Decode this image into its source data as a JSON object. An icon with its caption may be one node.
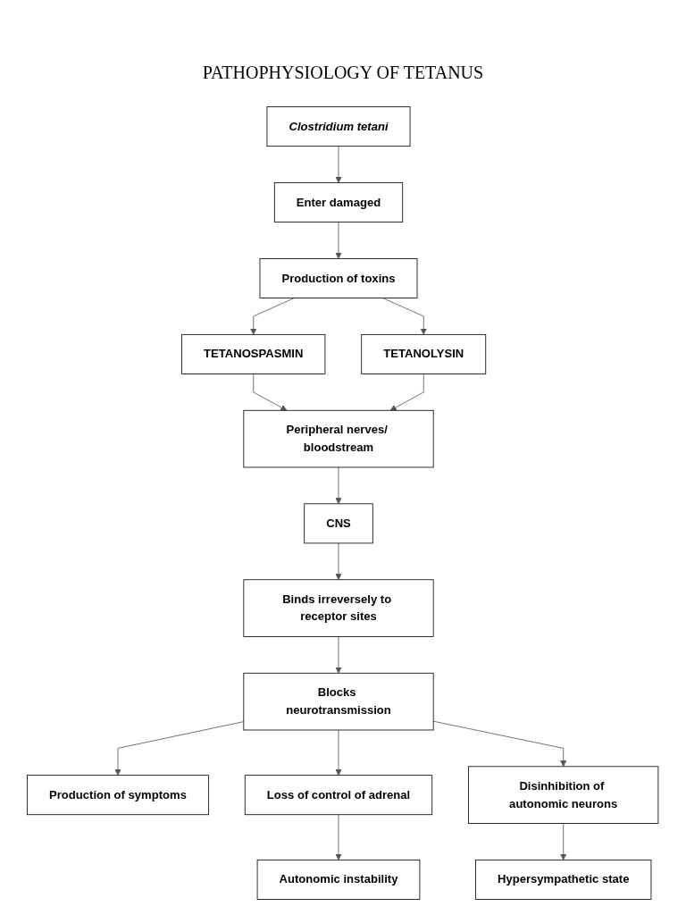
{
  "diagram": {
    "title": "PATHOPHYSIOLOGY OF TETANUS",
    "nodes": [
      {
        "text": [
          "Clostridium tetani"
        ]
      },
      {
        "text": [
          "Enter damaged"
        ]
      },
      {
        "text": [
          "Production of toxins"
        ]
      },
      {
        "text": [
          "TETANOSPASMIN"
        ]
      },
      {
        "text": [
          "TETANOLYSIN"
        ]
      },
      {
        "text": [
          "Peripheral nerves/ bloodstream"
        ]
      },
      {
        "text": [
          "CNS"
        ]
      },
      {
        "text": [
          "Binds irreversely to receptor sites"
        ]
      },
      {
        "text": [
          "Production of symptoms"
        ]
      },
      {
        "text": [
          "Blocks neurotransmission"
        ]
      },
      {
        "text": [
          "Loss of control of adrenal"
        ]
      },
      {
        "text": [
          "Disinhibition of autonomic neurons"
        ]
      },
      {
        "text": [
          "Autonomic instability"
        ]
      },
      {
        "text": [
          "Hypersympathetic state"
        ]
      }
    ],
    "edges": [
      {
        "from": 0,
        "to": 1,
        "arrow": "to"
      },
      {
        "from": 1,
        "to": 2,
        "arrow": "to"
      },
      {
        "from": 2,
        "to": 3,
        "arrow": "to"
      },
      {
        "from": 2,
        "to": 4,
        "arrow": "to"
      },
      {
        "from": 3,
        "to": 5,
        "arrow": "to"
      },
      {
        "from": 4,
        "to": 5,
        "arrow": "to"
      },
      {
        "from": 5,
        "to": 6,
        "arrow": "to"
      },
      {
        "from": 6,
        "to": 7,
        "arrow": "to"
      },
      {
        "from": 7,
        "to": 9,
        "arrow": "to"
      },
      {
        "from": 9,
        "to": 8,
        "arrow": "to"
      },
      {
        "from": 9,
        "to": 10,
        "arrow": "to"
      },
      {
        "from": 9,
        "to": 11,
        "arrow": "to"
      },
      {
        "from": 10,
        "to": 12,
        "arrow": "to"
      },
      {
        "from": 11,
        "to": 13,
        "arrow": "to"
      }
    ]
  }
}
